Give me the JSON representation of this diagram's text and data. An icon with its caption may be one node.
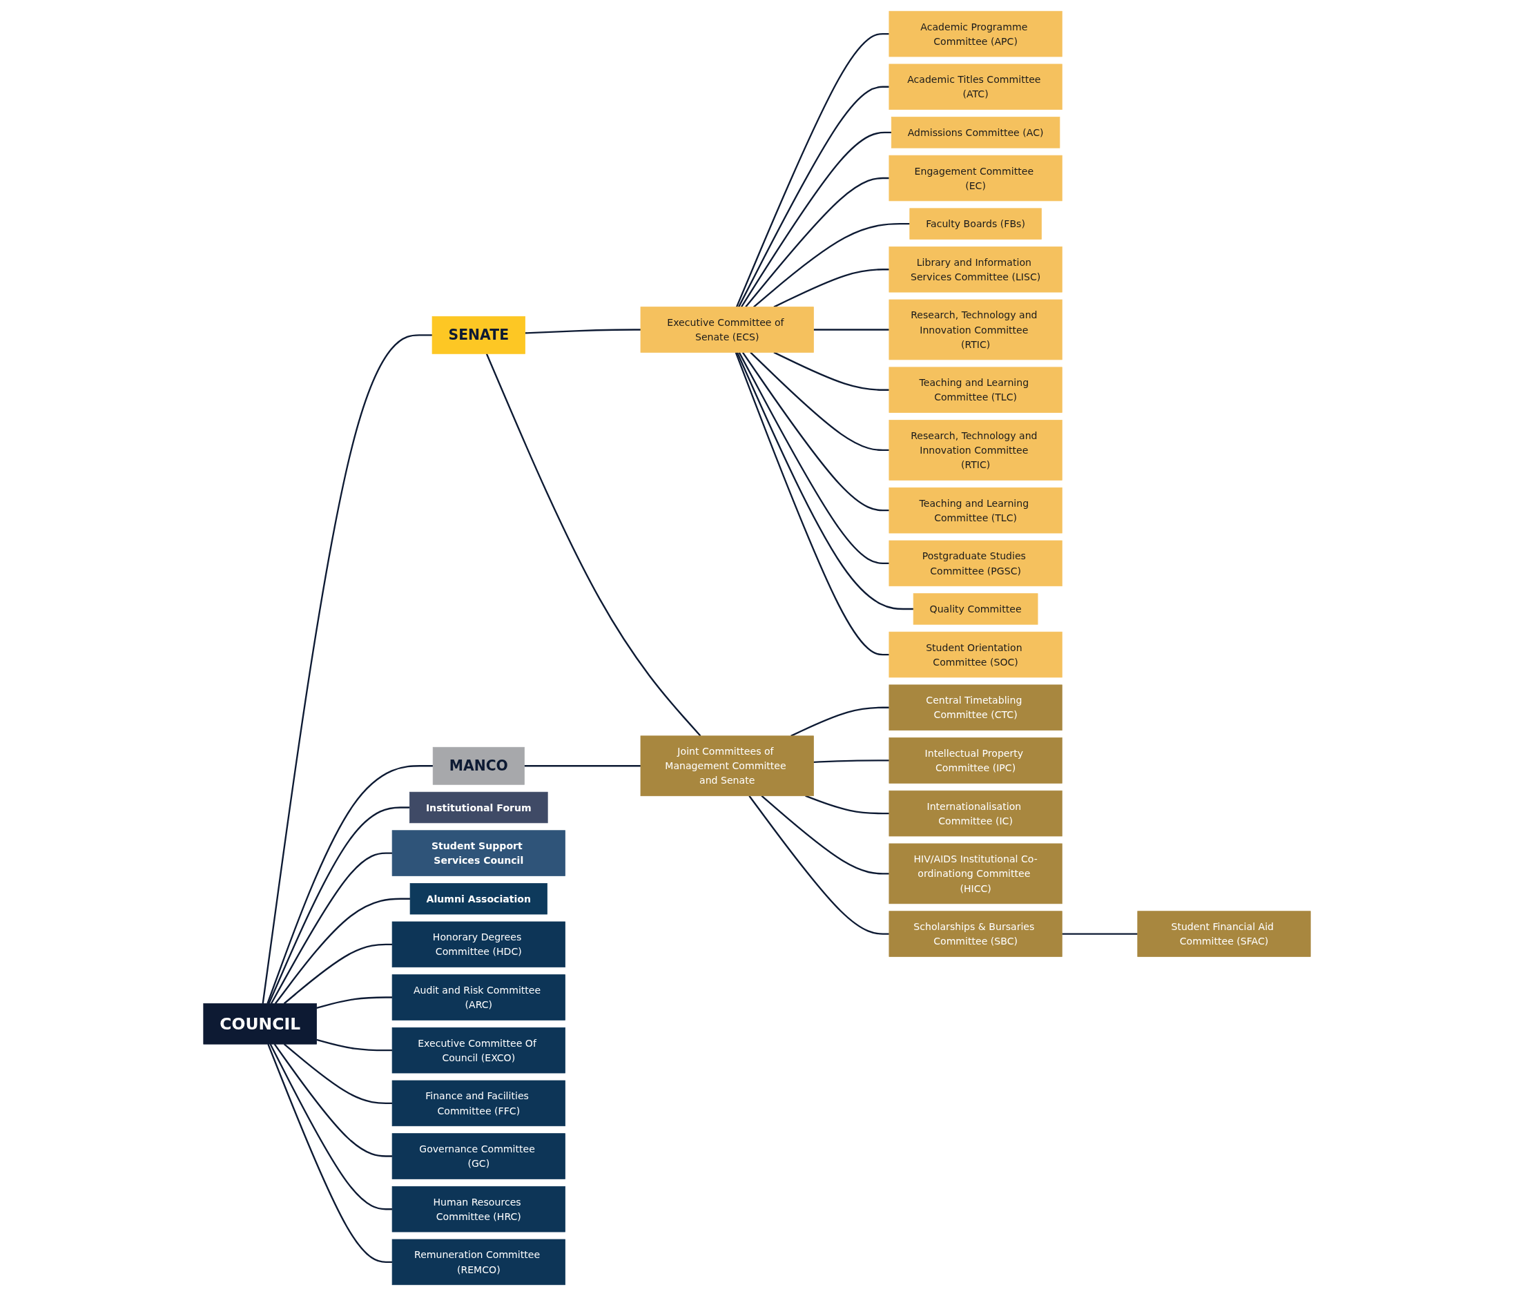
{
  "diagram": {
    "nodes": [
      {
        "text": [
          "COUNCIL"
        ]
      },
      {
        "text": [
          "Institutional Forum"
        ]
      },
      {
        "text": [
          "Student Support Services Council"
        ]
      },
      {
        "text": [
          "Alumni Association"
        ]
      },
      {
        "text": [
          "SENATE"
        ]
      },
      {
        "text": [
          "MANCO"
        ]
      },
      {
        "text": [
          "Honorary Degrees Committee (HDC)"
        ]
      },
      {
        "text": [
          "Audit and Risk Committee (ARC)"
        ]
      },
      {
        "text": [
          "Executive Committee Of Council (EXCO)"
        ]
      },
      {
        "text": [
          "Finance and Facilities Committee (FFC)"
        ]
      },
      {
        "text": [
          "Governance Committee (GC)"
        ]
      },
      {
        "text": [
          "Human Resources Committee (HRC)"
        ]
      },
      {
        "text": [
          "Remuneration Committee (REMCO)"
        ]
      },
      {
        "text": [
          "Executive Committee of Senate (ECS)"
        ]
      },
      {
        "text": [
          "Joint Committees of Management Committee and Senate"
        ]
      },
      {
        "text": [
          "Academic Programme Committee (APC)"
        ]
      },
      {
        "text": [
          "Academic Titles Committee (ATC)"
        ]
      },
      {
        "text": [
          "Admissions Committee (AC)"
        ]
      },
      {
        "text": [
          "Engagement Committee (EC)"
        ]
      },
      {
        "text": [
          "Faculty Boards (FBs)"
        ]
      },
      {
        "text": [
          "Library and Information Services Committee (LISC)"
        ]
      },
      {
        "text": [
          "Research, Technology and Innovation Committee (RTIC)"
        ]
      },
      {
        "text": [
          "Teaching and Learning Committee (TLC)"
        ]
      },
      {
        "text": [
          "Research, Technology and Innovation Committee (RTIC)"
        ]
      },
      {
        "text": [
          "Teaching and Learning Committee (TLC)"
        ]
      },
      {
        "text": [
          "Postgraduate Studies Committee (PGSC)"
        ]
      },
      {
        "text": [
          "Quality Committee"
        ]
      },
      {
        "text": [
          "Student Orientation Committee (SOC)"
        ]
      },
      {
        "text": [
          "Central Timetabling Committee (CTC)"
        ]
      },
      {
        "text": [
          "Intellectual Property Committee (IPC)"
        ]
      },
      {
        "text": [
          "Internationalisation Committee (IC)"
        ]
      },
      {
        "text": [
          "HIV/AIDS Institutional Co-ordinationg Committee (HICC)"
        ]
      },
      {
        "text": [
          "Scholarships & Bursaries Committee (SBC)"
        ]
      },
      {
        "text": [
          "Student Financial Aid Committee (SFAC)"
        ]
      }
    ],
    "edges": [
      {
        "from": 0,
        "to": 1,
        "arrow": "none"
      },
      {
        "from": 0,
        "to": 2,
        "arrow": "none"
      },
      {
        "from": 0,
        "to": 3,
        "arrow": "none"
      },
      {
        "from": 0,
        "to": 4,
        "arrow": "none"
      },
      {
        "from": 0,
        "to": 5,
        "arrow": "none"
      },
      {
        "from": 0,
        "to": 6,
        "arrow": "none"
      },
      {
        "from": 0,
        "to": 7,
        "arrow": "none"
      },
      {
        "from": 0,
        "to": 8,
        "arrow": "none"
      },
      {
        "from": 0,
        "to": 9,
        "arrow": "none"
      },
      {
        "from": 0,
        "to": 10,
        "arrow": "none"
      },
      {
        "from": 0,
        "to": 11,
        "arrow": "none"
      },
      {
        "from": 0,
        "to": 12,
        "arrow": "none"
      },
      {
        "from": 4,
        "to": 13,
        "arrow": "none"
      },
      {
        "from": 4,
        "to": 14,
        "arrow": "none"
      },
      {
        "from": 5,
        "to": 14,
        "arrow": "none"
      },
      {
        "from": 13,
        "to": 15,
        "arrow": "none"
      },
      {
        "from": 13,
        "to": 16,
        "arrow": "none"
      },
      {
        "from": 13,
        "to": 17,
        "arrow": "none"
      },
      {
        "from": 13,
        "to": 18,
        "arrow": "none"
      },
      {
        "from": 13,
        "to": 19,
        "arrow": "none"
      },
      {
        "from": 13,
        "to": 20,
        "arrow": "none"
      },
      {
        "from": 13,
        "to": 21,
        "arrow": "none"
      },
      {
        "from": 13,
        "to": 22,
        "arrow": "none"
      },
      {
        "from": 13,
        "to": 23,
        "arrow": "none"
      },
      {
        "from": 13,
        "to": 24,
        "arrow": "none"
      },
      {
        "from": 13,
        "to": 25,
        "arrow": "none"
      },
      {
        "from": 13,
        "to": 26,
        "arrow": "none"
      },
      {
        "from": 13,
        "to": 27,
        "arrow": "none"
      },
      {
        "from": 14,
        "to": 28,
        "arrow": "none"
      },
      {
        "from": 14,
        "to": 29,
        "arrow": "none"
      },
      {
        "from": 14,
        "to": 30,
        "arrow": "none"
      },
      {
        "from": 14,
        "to": 31,
        "arrow": "none"
      },
      {
        "from": 14,
        "to": 32,
        "arrow": "none"
      },
      {
        "from": 32,
        "to": 33,
        "arrow": "none"
      }
    ]
  }
}
